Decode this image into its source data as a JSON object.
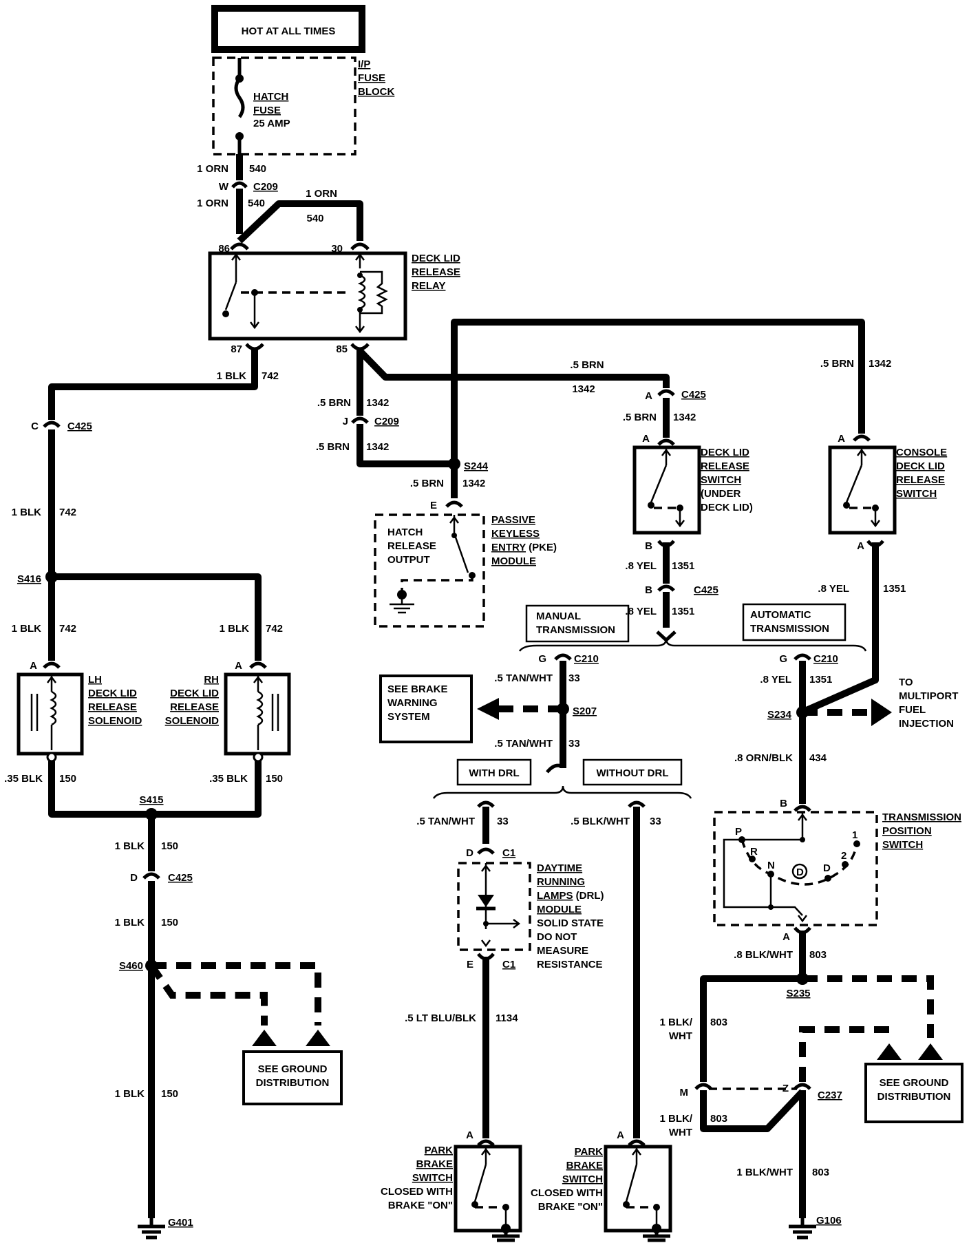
{
  "header": {
    "hot": "HOT AT ALL TIMES"
  },
  "fuse": {
    "l1": "HATCH",
    "l2": "FUSE",
    "l3": "25 AMP",
    "blk1": "I/P",
    "blk2": "FUSE",
    "blk3": "BLOCK"
  },
  "relay": {
    "l1": "DECK LID",
    "l2": "RELEASE",
    "l3": "RELAY",
    "p86": "86",
    "p30": "30",
    "p87": "87",
    "p85": "85"
  },
  "wires": {
    "orn1": "1 ORN",
    "c540": "540",
    "w": "W",
    "c209": "C209",
    "orn2": "1 ORN",
    "c540b": "540",
    "orn3": "1 ORN",
    "c540c": "540",
    "blk742a": "1 BLK",
    "n742a": "742",
    "c": "C",
    "c425a": "C425",
    "blk742b": "1 BLK",
    "n742b": "742",
    "s416": "S416",
    "blk742c": "1 BLK",
    "n742c": "742",
    "blk742d": "1 BLK",
    "n742d": "742",
    "a1": "A",
    "a2": "A",
    "blk35a": ".35 BLK",
    "n150a": "150",
    "blk35b": ".35 BLK",
    "n150b": "150",
    "s415": "S415",
    "blk150a": "1 BLK",
    "n150c": "150",
    "d": "D",
    "c425b": "C425",
    "blk150b": "1 BLK",
    "n150d": "150",
    "s460": "S460",
    "blk150c": "1 BLK",
    "n150e": "150",
    "g401": "G401",
    "brn1": ".5 BRN",
    "n1342a": "1342",
    "j": "J",
    "c209b": "C209",
    "brn2": ".5 BRN",
    "n1342b": "1342",
    "s244": "S244",
    "brn3": ".5 BRN",
    "n1342c": "1342",
    "e": "E",
    "brn4": ".5 BRN",
    "n1342d": "1342",
    "a3": "A",
    "c425c": "C425",
    "brn5": ".5 BRN",
    "n1342e": "1342",
    "a4": "A",
    "brn6": ".5 BRN",
    "n1342f": "1342",
    "a5": "A",
    "b1": "B",
    "yel1": ".8 YEL",
    "n1351a": "1351",
    "b2": "B",
    "c425d": "C425",
    "yel2": ".8 YEL",
    "n1351b": "1351",
    "a6": "A",
    "yel3": ".8 YEL",
    "n1351c": "1351",
    "g1": "G",
    "c210a": "C210",
    "tan1": ".5 TAN/WHT",
    "n33a": "33",
    "s207": "S207",
    "tan2": ".5 TAN/WHT",
    "n33b": "33",
    "g2": "G",
    "c210b": "C210",
    "yel4": ".8 YEL",
    "n1351d": "1351",
    "s234": "S234",
    "ornblk": ".8 ORN/BLK",
    "n434": "434",
    "b3": "B",
    "tan3": ".5 TAN/WHT",
    "n33c": "33",
    "blkwht1": ".5 BLK/WHT",
    "n33d": "33",
    "d2": "D",
    "c1a": "C1",
    "e2": "E",
    "c1b": "C1",
    "ltblu": ".5 LT BLU/BLK",
    "n1134": "1134",
    "a7": "A",
    "a8": "A",
    "a9": "A",
    "blkwht2": ".8 BLK/WHT",
    "n803a": "803",
    "s235": "S235",
    "blkwht3a": "1 BLK/",
    "blkwht3b": "WHT",
    "n803b": "803",
    "m": "M",
    "z": "Z",
    "c237": "C237",
    "blkwht4a": "1 BLK/",
    "blkwht4b": "WHT",
    "n803c": "803",
    "blkwht5": "1 BLK/WHT",
    "n803d": "803",
    "g106": "G106"
  },
  "components": {
    "lh": {
      "l1": "LH",
      "l2": "DECK LID",
      "l3": "RELEASE",
      "l4": "SOLENOID"
    },
    "rh": {
      "l1": "RH",
      "l2": "DECK LID",
      "l3": "RELEASE",
      "l4": "SOLENOID"
    },
    "pke": {
      "l1": "PASSIVE",
      "l2": "KEYLESS",
      "l3": "ENTRY (PKE)",
      "l4": "MODULE",
      "o1": "HATCH",
      "o2": "RELEASE",
      "o3": "OUTPUT"
    },
    "dlsw": {
      "l1": "DECK LID",
      "l2": "RELEASE",
      "l3": "SWITCH",
      "l4": "(UNDER",
      "l5": "DECK LID)"
    },
    "csw": {
      "l1": "CONSOLE",
      "l2": "DECK LID",
      "l3": "RELEASE",
      "l4": "SWITCH"
    },
    "manual": {
      "l1": "MANUAL",
      "l2": "TRANSMISSION"
    },
    "auto": {
      "l1": "AUTOMATIC",
      "l2": "TRANSMISSION"
    },
    "brake": {
      "l1": "SEE BRAKE",
      "l2": "WARNING",
      "l3": "SYSTEM"
    },
    "mfi": {
      "l1": "TO",
      "l2": "MULTIPORT",
      "l3": "FUEL",
      "l4": "INJECTION"
    },
    "drl": {
      "with": "WITH DRL",
      "without": "WITHOUT DRL"
    },
    "drlmod": {
      "l1": "DAYTIME",
      "l2": "RUNNING",
      "l3": "LAMPS (DRL)",
      "l4": "MODULE",
      "l5": "SOLID STATE",
      "l6": "DO NOT",
      "l7": "MEASURE",
      "l8": "RESISTANCE"
    },
    "tps": {
      "l1": "TRANSMISSION",
      "l2": "POSITION",
      "l3": "SWITCH",
      "p": "P",
      "r": "R",
      "n": "N",
      "dd": "D",
      "d": "D",
      "two": "2",
      "one": "1"
    },
    "gnd1": {
      "l1": "SEE GROUND",
      "l2": "DISTRIBUTION"
    },
    "gnd2": {
      "l1": "SEE GROUND",
      "l2": "DISTRIBUTION"
    },
    "pb1": {
      "l1": "PARK",
      "l2": "BRAKE",
      "l3": "SWITCH",
      "l4": "CLOSED WITH",
      "l5": "BRAKE \"ON\""
    },
    "pb2": {
      "l1": "PARK",
      "l2": "BRAKE",
      "l3": "SWITCH",
      "l4": "CLOSED WITH",
      "l5": "BRAKE \"ON\""
    }
  }
}
